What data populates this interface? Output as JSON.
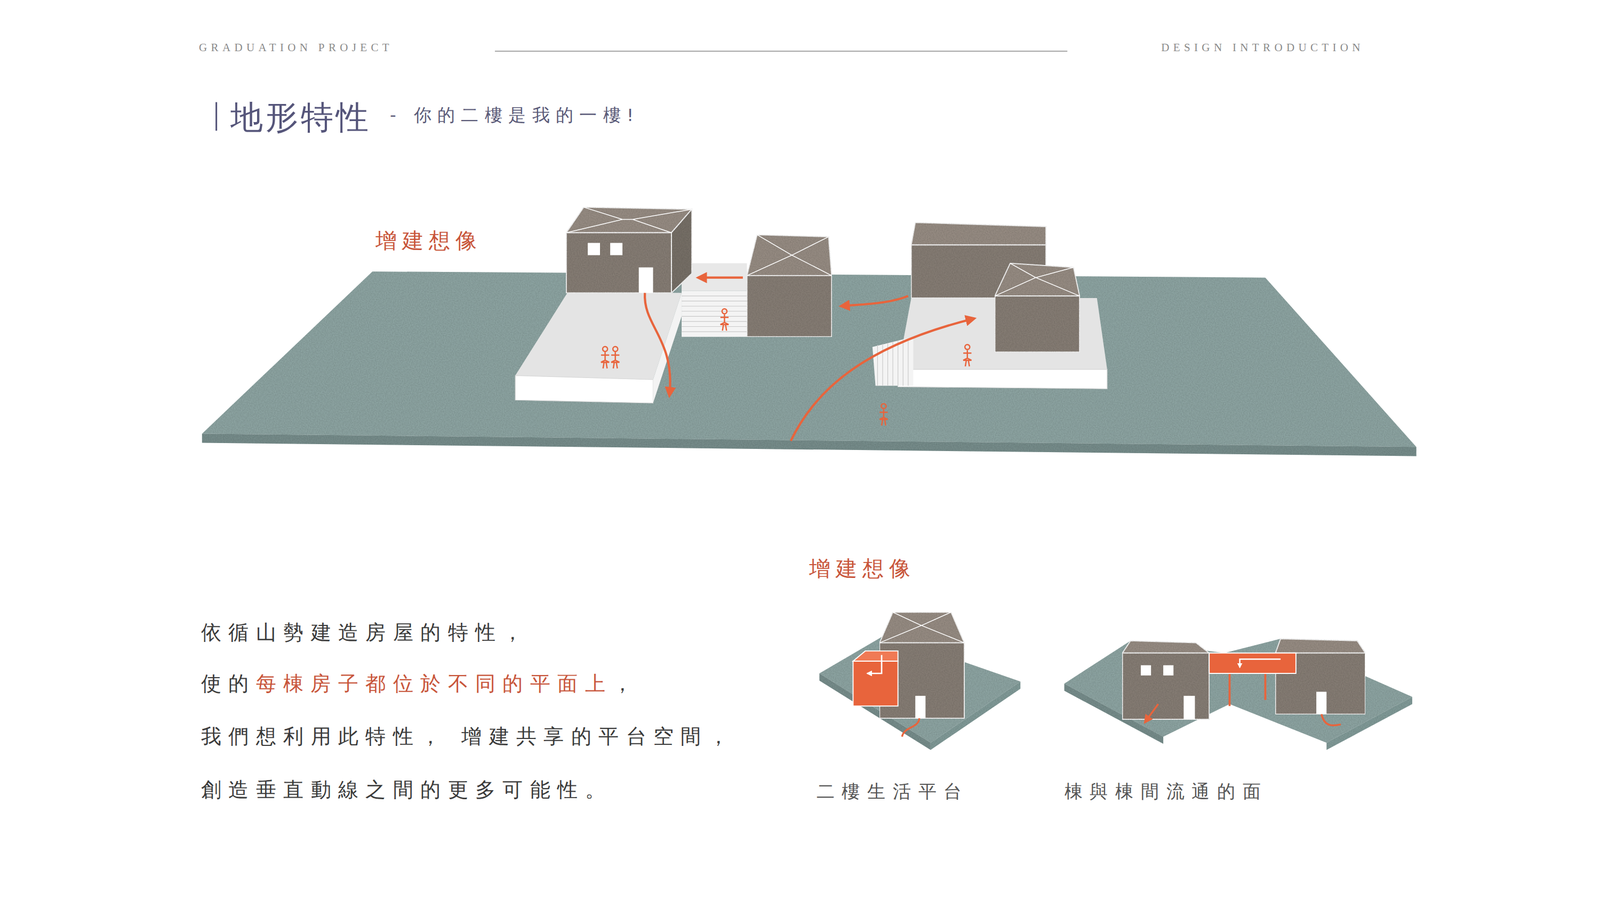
{
  "diagram": {
    "title": "地形特性",
    "labels": [
      "GRADUATION PROJECT",
      "DESIGN INTRODUCTION",
      "- 你的二樓是我的一樓!",
      "增建想像",
      "增建想像",
      "依循山勢建造房屋的特性，",
      "使的",
      "每棟房子都位於不同的平面上",
      "，",
      "我們想利用此特性， 增建共享的平台空間，",
      "創造垂直動線之間的更多可能性。",
      "二樓生活平台",
      "棟與棟間流通的面"
    ]
  }
}
